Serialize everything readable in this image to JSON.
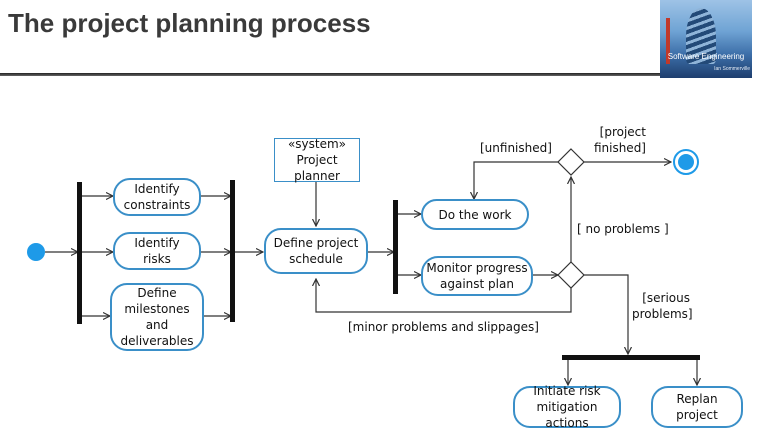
{
  "header": {
    "title": "The project planning process"
  },
  "logo": {
    "text": "Software Engineering",
    "subtext": "Ian Sommerville"
  },
  "diagram": {
    "activities": {
      "identify_constraints": [
        "Identify",
        "constraints"
      ],
      "identify_risks": [
        "Identify",
        "risks"
      ],
      "define_milestones": [
        "Define",
        "milestones",
        "and",
        "deliverables"
      ],
      "define_schedule": [
        "Define project",
        "schedule"
      ],
      "do_work": [
        "Do the work"
      ],
      "monitor": [
        "Monitor progress",
        "against plan"
      ],
      "initiate_risk": [
        "Initiate risk",
        "mitigation actions"
      ],
      "replan": [
        "Replan",
        "project"
      ]
    },
    "system_planner": [
      "«system»",
      "Project planner"
    ],
    "guards": {
      "unfinished": "[unfinished]",
      "project_finished": [
        "[project",
        "finished]"
      ],
      "no_problems": "[ no problems ]",
      "serious_problems": [
        "[serious",
        "problems]"
      ],
      "minor_problems": "[minor problems and slippages]"
    }
  }
}
